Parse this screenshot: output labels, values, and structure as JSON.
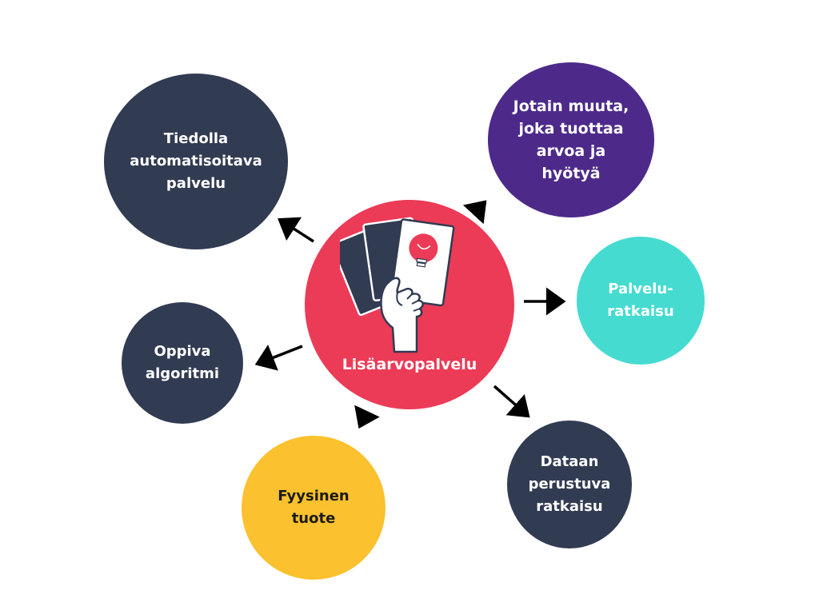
{
  "diagram": {
    "center": {
      "label": "Lisäarvopalvelu",
      "color": "#ec3b57"
    },
    "nodes": [
      {
        "id": "tiedolla",
        "label": "Tiedolla\nautomatisoitava\npalvelu",
        "color": "#313b52"
      },
      {
        "id": "jotain",
        "label": "Jotain muuta,\njoka tuottaa\narvoa ja\nhyötyä",
        "color": "#4d2a8a"
      },
      {
        "id": "palvelu",
        "label": "Palvelu-\nratkaisu",
        "color": "#45dbd1"
      },
      {
        "id": "oppiva",
        "label": "Oppiva\nalgoritmi",
        "color": "#313b52"
      },
      {
        "id": "fyysinen",
        "label": "Fyysinen\ntuote",
        "color": "#fbc12e"
      },
      {
        "id": "dataan",
        "label": "Dataan\nperustuva\nratkaisu",
        "color": "#313b52"
      }
    ],
    "illustration_icon": "hand-holding-cards-lightbulb-icon",
    "arrow_color": "#000000"
  }
}
